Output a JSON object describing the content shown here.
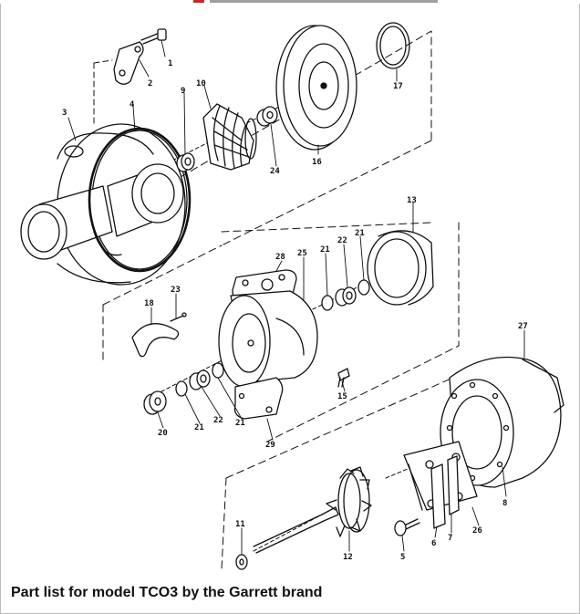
{
  "caption": "Part list for model TCO3 by the Garrett brand",
  "part_labels": {
    "p1": "1",
    "p2": "2",
    "p3": "3",
    "p4": "4",
    "p5": "5",
    "p6": "6",
    "p7": "7",
    "p8": "8",
    "p9": "9",
    "p10": "10",
    "p11": "11",
    "p12": "12",
    "p13": "13",
    "p15": "15",
    "p16": "16",
    "p17": "17",
    "p18": "18",
    "p20": "20",
    "p21a": "21",
    "p21b": "21",
    "p21c": "21",
    "p21d": "21",
    "p22a": "22",
    "p22b": "22",
    "p23": "23",
    "p24": "24",
    "p25": "25",
    "p26": "26",
    "p27": "27",
    "p28": "28",
    "p29": "29"
  }
}
